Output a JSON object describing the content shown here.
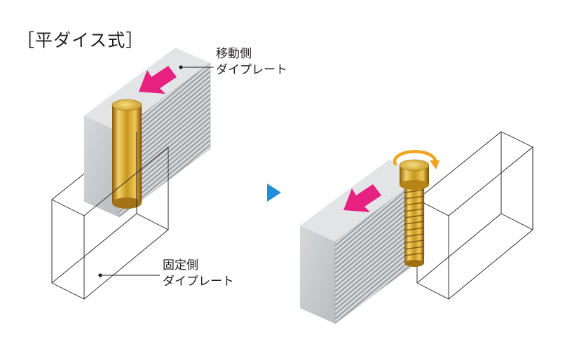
{
  "title": "［平ダイス式］",
  "labels": {
    "moving_line1": "移動側",
    "moving_line2": "ダイプレート",
    "fixed_line1": "固定側",
    "fixed_line2": "ダイプレート"
  },
  "colors": {
    "arrow": "#e6217f",
    "play_triangle": "#1f8fd9",
    "rotation_arrow": "#f3a21c",
    "gold": "#c8961e",
    "plate_face": "#c9cccf",
    "plate_top": "#e2e4e6",
    "wire": "#231f20"
  },
  "icons": [
    "arrow-left-icon",
    "play-triangle-icon",
    "rotation-arrow-icon"
  ]
}
